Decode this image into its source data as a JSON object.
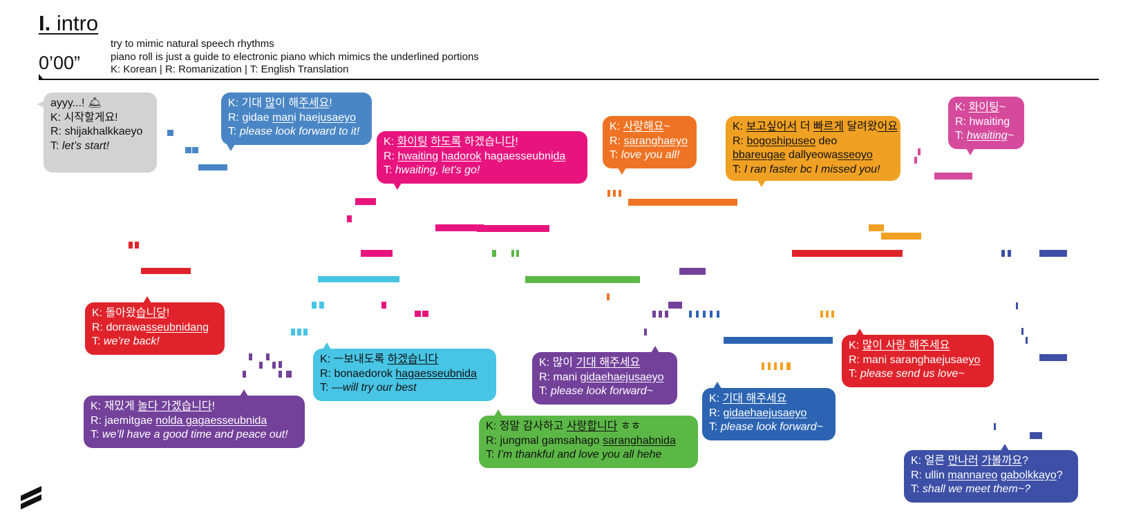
{
  "header": {
    "title_num": "I.",
    "title_text": "intro",
    "time": "0’00”",
    "notes": [
      "try to mimic natural speech rhythms",
      "piano roll is just a guide to electronic piano which mimics the underlined portions",
      "K: Korean | R: Romanization | T: English Translation"
    ]
  },
  "colors": {
    "gray": "#d2d2d2",
    "blue": "#4a86c5",
    "magenta": "#e8147e",
    "orange_red": "#ef7324",
    "amber": "#f0a123",
    "pink": "#d54a9c",
    "red": "#e0232b",
    "cyan": "#48c4e4",
    "purple": "#73419a",
    "green": "#5cb846",
    "royal": "#2c64b3",
    "indigo": "#3d4fa6"
  },
  "bubbles": [
    {
      "name": "ayyy",
      "color": "#d2d2d2",
      "text_color": "#111",
      "lines": [
        [
          {
            "t": "ayyy...! 🛎"
          }
        ],
        [
          {
            "t": " "
          }
        ],
        [
          {
            "t": "K: 시작할게요!"
          }
        ],
        [
          {
            "t": "R: shijakhalkkaeyo"
          }
        ],
        [
          {
            "t": "T: "
          },
          {
            "t": "let’s start!",
            "i": true
          }
        ]
      ]
    },
    {
      "name": "gidae-mani",
      "color": "#4a86c5",
      "text_color": "#fff",
      "lines": [
        [
          {
            "t": "K: 기대 "
          },
          {
            "t": "많",
            "u": true
          },
          {
            "t": "이 해"
          },
          {
            "t": "주세요",
            "u": true
          },
          {
            "t": "!"
          }
        ],
        [
          {
            "t": "R: gidae "
          },
          {
            "t": "man",
            "u": true
          },
          {
            "t": "i hae"
          },
          {
            "t": "jusaeyo",
            "u": true
          }
        ],
        [
          {
            "t": "T: "
          },
          {
            "t": "please look forward to it!",
            "i": true
          }
        ]
      ]
    },
    {
      "name": "hwaiting-hadorok",
      "color": "#e8147e",
      "text_color": "#fff",
      "lines": [
        [
          {
            "t": "K: "
          },
          {
            "t": "화이팅",
            "u": true
          },
          {
            "t": " "
          },
          {
            "t": "하도록",
            "u": true
          },
          {
            "t": " 하겠습니"
          },
          {
            "t": "다",
            "u": true
          },
          {
            "t": "!"
          }
        ],
        [
          {
            "t": "R: "
          },
          {
            "t": "hwaiting",
            "u": true
          },
          {
            "t": " "
          },
          {
            "t": "hadorok",
            "u": true
          },
          {
            "t": " hagaesseubni"
          },
          {
            "t": "da",
            "u": true
          }
        ],
        [
          {
            "t": "T: "
          },
          {
            "t": "hwaiting, let’s go!",
            "i": true
          }
        ]
      ]
    },
    {
      "name": "saranghaeyo",
      "color": "#ef7324",
      "text_color": "#fff",
      "lines": [
        [
          {
            "t": "K: "
          },
          {
            "t": "사랑해요",
            "u": true
          },
          {
            "t": "~"
          }
        ],
        [
          {
            "t": "R: "
          },
          {
            "t": "saranghaeyo",
            "u": true
          }
        ],
        [
          {
            "t": "T: "
          },
          {
            "t": "love you all!",
            "i": true
          }
        ]
      ]
    },
    {
      "name": "bogoshipeoseo",
      "color": "#f0a123",
      "text_color": "#111",
      "lines": [
        [
          {
            "t": "K: "
          },
          {
            "t": "보고싶어서",
            "u": true
          },
          {
            "t": " 더 "
          },
          {
            "t": "빠르게",
            "u": true
          },
          {
            "t": " 달려왔"
          },
          {
            "t": "어요",
            "u": true
          }
        ],
        [
          {
            "t": "R: "
          },
          {
            "t": "bogoshipuseo",
            "u": true
          },
          {
            "t": " deo"
          }
        ],
        [
          {
            "t": "bbareugae",
            "u": true
          },
          {
            "t": " dallyeowa"
          },
          {
            "t": "sseoyo",
            "u": true
          }
        ],
        [
          {
            "t": "T: "
          },
          {
            "t": "I ran faster bc I missed you!",
            "i": true
          }
        ]
      ]
    },
    {
      "name": "hwaiting-short",
      "color": "#d54a9c",
      "text_color": "#fff",
      "lines": [
        [
          {
            "t": "K: "
          },
          {
            "t": "화이팅",
            "u": true
          },
          {
            "t": "~"
          }
        ],
        [
          {
            "t": "R: hwaiting"
          }
        ],
        [
          {
            "t": "T: "
          },
          {
            "t": "hwaiting",
            "i": true,
            "u": true
          },
          {
            "t": "~",
            "i": true
          }
        ]
      ]
    },
    {
      "name": "dorrawasseubnidang",
      "color": "#e0232b",
      "text_color": "#fff",
      "lines": [
        [
          {
            "t": "K: 돌아왔"
          },
          {
            "t": "습니당",
            "u": true
          },
          {
            "t": "!"
          }
        ],
        [
          {
            "t": "R: dorrawa"
          },
          {
            "t": "sseubnidang",
            "u": true
          }
        ],
        [
          {
            "t": "T: "
          },
          {
            "t": "we’re back!",
            "i": true
          }
        ]
      ]
    },
    {
      "name": "bonaedorok",
      "color": "#48c4e4",
      "text_color": "#111",
      "lines": [
        [
          {
            "t": "K: ㅡ보내도록 "
          },
          {
            "t": "하겠습니다",
            "u": true
          }
        ],
        [
          {
            "t": "R: bonaedorok "
          },
          {
            "t": "hagaesseubnida",
            "u": true
          }
        ],
        [
          {
            "t": "T: "
          },
          {
            "t": "—will try our best",
            "i": true
          }
        ]
      ]
    },
    {
      "name": "mani-gidae",
      "color": "#73419a",
      "text_color": "#fff",
      "lines": [
        [
          {
            "t": "K: 많이 "
          },
          {
            "t": "기대 해주세요",
            "u": true
          }
        ],
        [
          {
            "t": "R: mani "
          },
          {
            "t": "gidaehaejusaeyo",
            "u": true
          }
        ],
        [
          {
            "t": "T: "
          },
          {
            "t": "please look forward~",
            "i": true
          }
        ]
      ]
    },
    {
      "name": "jaemitgae",
      "color": "#73419a",
      "text_color": "#fff",
      "lines": [
        [
          {
            "t": "K: 재밌게 "
          },
          {
            "t": "놀다 가겠습니다",
            "u": true
          },
          {
            "t": "!"
          }
        ],
        [
          {
            "t": "R: jaemitgae "
          },
          {
            "t": "nolda gagaesseubnida",
            "u": true
          }
        ],
        [
          {
            "t": "T: "
          },
          {
            "t": "we’ll have a good time and peace out!",
            "i": true
          }
        ]
      ]
    },
    {
      "name": "jungmal",
      "color": "#5cb846",
      "text_color": "#111",
      "lines": [
        [
          {
            "t": "K: 정말 감사하고 "
          },
          {
            "t": "사랑합니다",
            "u": true
          },
          {
            "t": " ㅎㅎ"
          }
        ],
        [
          {
            "t": "R: jungmal gamsahago "
          },
          {
            "t": "sarang",
            "u": true
          },
          {
            "t": "habnida",
            "u": true
          }
        ],
        [
          {
            "t": "T: "
          },
          {
            "t": "I’m thankful and love you all hehe",
            "i": true
          }
        ]
      ]
    },
    {
      "name": "gidae-haejusaeyo",
      "color": "#2c64b3",
      "text_color": "#fff",
      "lines": [
        [
          {
            "t": "K: "
          },
          {
            "t": "기대 해주세요",
            "u": true
          }
        ],
        [
          {
            "t": "R: "
          },
          {
            "t": "gidaehaejusaeyo",
            "u": true
          }
        ],
        [
          {
            "t": "T: "
          },
          {
            "t": "please look forward~",
            "i": true
          }
        ]
      ]
    },
    {
      "name": "mani-sarang",
      "color": "#e0232b",
      "text_color": "#fff",
      "lines": [
        [
          {
            "t": "K: "
          },
          {
            "t": "많이 사랑 해주세요",
            "u": true
          }
        ],
        [
          {
            "t": "R: mani saranghaejusae"
          },
          {
            "t": "yo",
            "u": true
          }
        ],
        [
          {
            "t": "T: "
          },
          {
            "t": "please send us love~",
            "i": true
          }
        ]
      ]
    },
    {
      "name": "ulleun",
      "color": "#3d4fa6",
      "text_color": "#fff",
      "lines": [
        [
          {
            "t": "K: 얼른 "
          },
          {
            "t": "만나러",
            "u": true
          },
          {
            "t": " "
          },
          {
            "t": "가볼까요",
            "u": true
          },
          {
            "t": "?"
          }
        ],
        [
          {
            "t": "R: ullin "
          },
          {
            "t": "mannareo",
            "u": true
          },
          {
            "t": " "
          },
          {
            "t": "gabolkkayo",
            "u": true
          },
          {
            "t": "?"
          }
        ],
        [
          {
            "t": "T: "
          },
          {
            "t": "shall we meet them~?",
            "i": true
          }
        ]
      ]
    }
  ]
}
